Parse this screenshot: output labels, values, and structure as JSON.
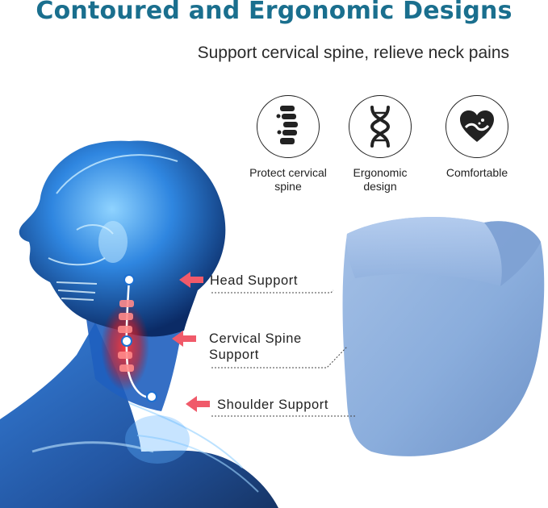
{
  "header": {
    "title": "Contoured and Ergonomic Designs",
    "subtitle": "Support cervical spine, relieve neck pains"
  },
  "features": [
    {
      "icon": "spine-icon",
      "label_lines": [
        "Protect cervical",
        "spine"
      ]
    },
    {
      "icon": "dna-icon",
      "label_lines": [
        "Ergonomic",
        "design"
      ]
    },
    {
      "icon": "heart-icon",
      "label_lines": [
        "Comfortable"
      ]
    }
  ],
  "callouts": {
    "head": {
      "lines": [
        "Head Support"
      ]
    },
    "cervical": {
      "lines": [
        "Cervical Spine",
        "Support"
      ]
    },
    "shoulder": {
      "lines": [
        "Shoulder Support"
      ]
    }
  },
  "colors": {
    "title": "#1a6f8e",
    "xray_blue": "#1c6fd1",
    "xray_dark": "#0c2f6e",
    "spine_red": "#e8262a",
    "pillow": "#8fb0dc",
    "arrow": "#f05a6a"
  }
}
